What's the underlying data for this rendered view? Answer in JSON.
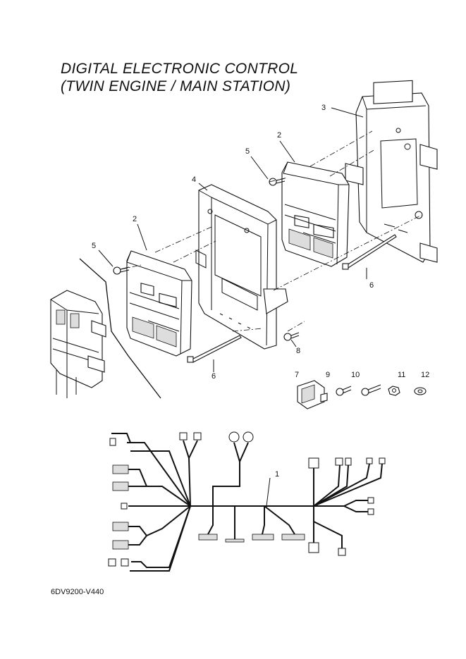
{
  "diagram": {
    "title_line1": "DIGITAL ELECTRONIC CONTROL",
    "title_line2": "(TWIN ENGINE / MAIN STATION)",
    "drawing_code": "6DV9200-V440",
    "callouts": {
      "c1": "1",
      "c2a": "2",
      "c2b": "2",
      "c3": "3",
      "c4": "4",
      "c5a": "5",
      "c5b": "5",
      "c6a": "6",
      "c6b": "6",
      "c7": "7",
      "c8": "8",
      "c9": "9",
      "c10": "10",
      "c11": "11",
      "c12": "12"
    }
  }
}
